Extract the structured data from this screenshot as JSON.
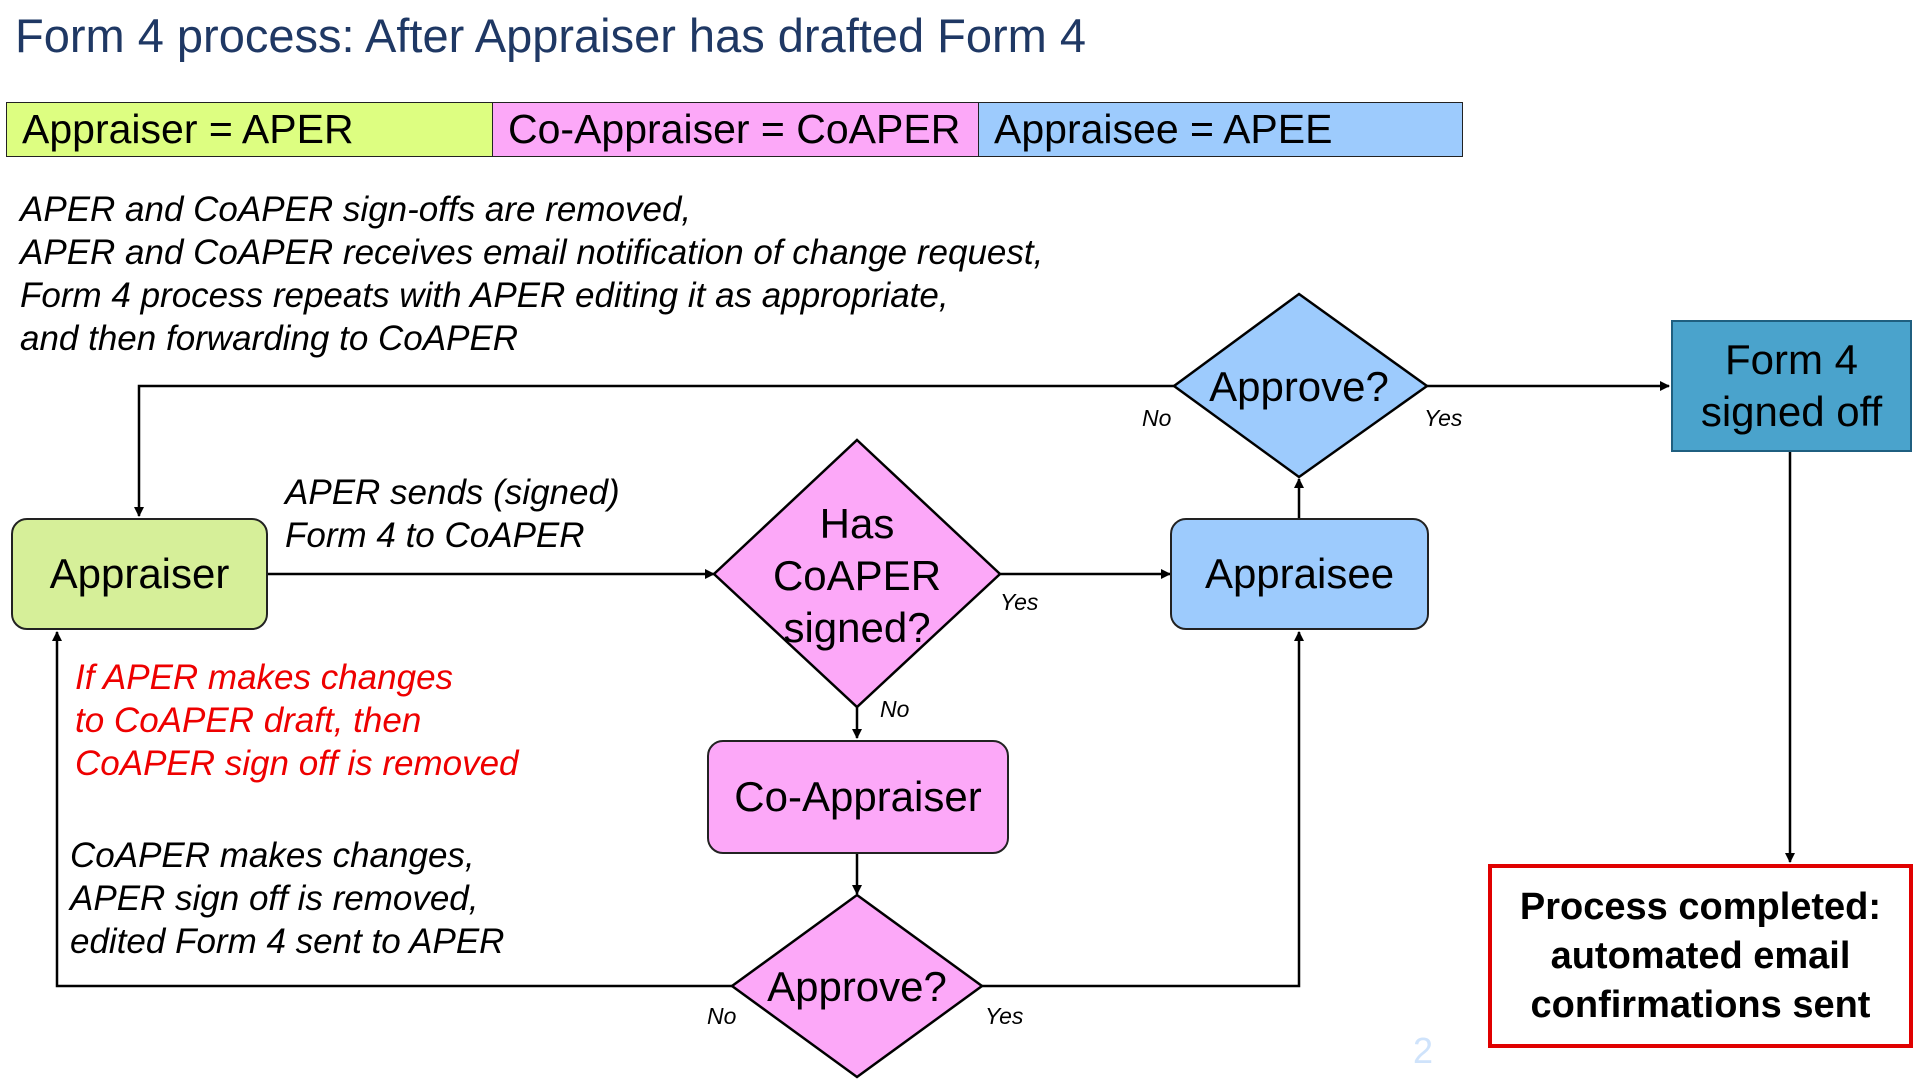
{
  "title": "Form 4 process:  After Appraiser has drafted Form 4",
  "legend": [
    {
      "label": "Appraiser = APER",
      "color": "#ddfe81"
    },
    {
      "label": "Co-Appraiser = CoAPER",
      "color": "#fca8f8"
    },
    {
      "label": "Appraisee = APEE",
      "color": "#9dcbfd"
    }
  ],
  "notes": {
    "top": [
      "APER and CoAPER sign-offs are removed,",
      "APER and CoAPER receives email notification of change request,",
      "Form 4 process repeats with APER editing it as appropriate,",
      "and then forwarding to CoAPER"
    ],
    "sends": [
      "APER sends (signed)",
      "Form 4 to CoAPER"
    ],
    "red": [
      "If APER makes changes",
      "to CoAPER draft, then",
      "CoAPER sign off is removed"
    ],
    "coaper_changes": [
      "CoAPER makes changes,",
      "APER sign off is removed,",
      "edited Form 4 sent to APER"
    ]
  },
  "nodes": {
    "appraiser": "Appraiser",
    "has_coaper_signed": [
      "Has",
      "CoAPER",
      "signed?"
    ],
    "co_appraiser": "Co-Appraiser",
    "approve_coaper": "Approve?",
    "appraisee": "Appraisee",
    "approve_apee": "Approve?",
    "signed_off": [
      "Form 4",
      "signed off"
    ],
    "completed": [
      "Process completed:",
      "automated email",
      "confirmations sent"
    ]
  },
  "edge_labels": {
    "yes": "Yes",
    "no": "No"
  },
  "page_number": "2",
  "colors": {
    "aper": "#d6ef99",
    "coaper": "#fca8f8",
    "apee": "#9dcbfd",
    "signed_off": "#4aa3cc",
    "completed_border": "#e00000",
    "red_text": "#ee0000"
  }
}
